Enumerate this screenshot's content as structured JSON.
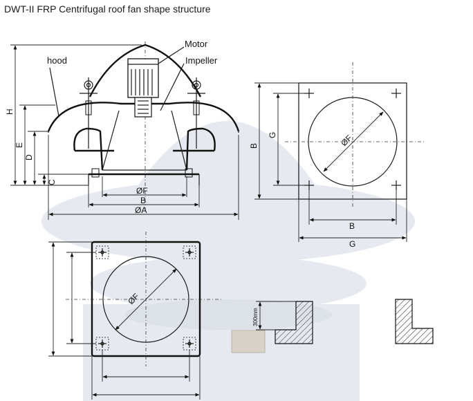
{
  "title": "DWT-II  FRP Centrifugal roof fan shape structure",
  "labels": {
    "motor": "Motor",
    "impeller": "Impeller",
    "hood": "hood"
  },
  "side_view_dims": {
    "h": "H",
    "e": "E",
    "d": "D",
    "c": "C",
    "phi_f": "ØF",
    "b": "B",
    "phi_a": "ØA"
  },
  "base_plan_dims": {
    "b_vertical": "B",
    "g_vertical": "G",
    "phi_f": "ØF",
    "b_horizontal": "B",
    "g_horizontal": "G"
  },
  "curb_plan_dims": {
    "phi_f": "ØF"
  },
  "section_dims": {
    "height": "300mm"
  },
  "colors": {
    "line": "#1a1a1a",
    "background_photo": "#e6e9ef"
  }
}
